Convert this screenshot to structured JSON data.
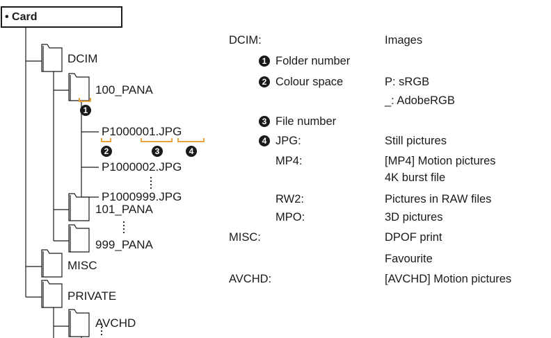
{
  "card_label": "• Card",
  "tree": {
    "dcim": "DCIM",
    "folder_100": "100_PANA",
    "file_1": "P1000001.JPG",
    "file_2": "P1000002.JPG",
    "file_999": "P1000999.JPG",
    "folder_101": "101_PANA",
    "folder_999": "999_PANA",
    "misc": "MISC",
    "private": "PRIVATE",
    "avchd": "AVCHD"
  },
  "badges": [
    "1",
    "2",
    "3",
    "4"
  ],
  "legend": {
    "dcim_key": "DCIM:",
    "dcim_val": "Images",
    "folder_number": "Folder number",
    "colour_space": "Colour space",
    "colour_p": "P: sRGB",
    "colour_u": "_: AdobeRGB",
    "file_number": "File number",
    "jpg_key": "JPG:",
    "jpg_val": "Still pictures",
    "mp4_key": "MP4:",
    "mp4_val": "[MP4] Motion pictures",
    "mp4_val2": "4K burst file",
    "rw2_key": "RW2:",
    "rw2_val": "Pictures in RAW files",
    "mpo_key": "MPO:",
    "mpo_val": "3D pictures",
    "misc_key": "MISC:",
    "misc_val": "DPOF print",
    "misc_val2": "Favourite",
    "avchd_key": "AVCHD:",
    "avchd_val": "[AVCHD] Motion pictures"
  },
  "colors": {
    "bracket": "#e8a33a",
    "ink": "#1a1a1a"
  }
}
